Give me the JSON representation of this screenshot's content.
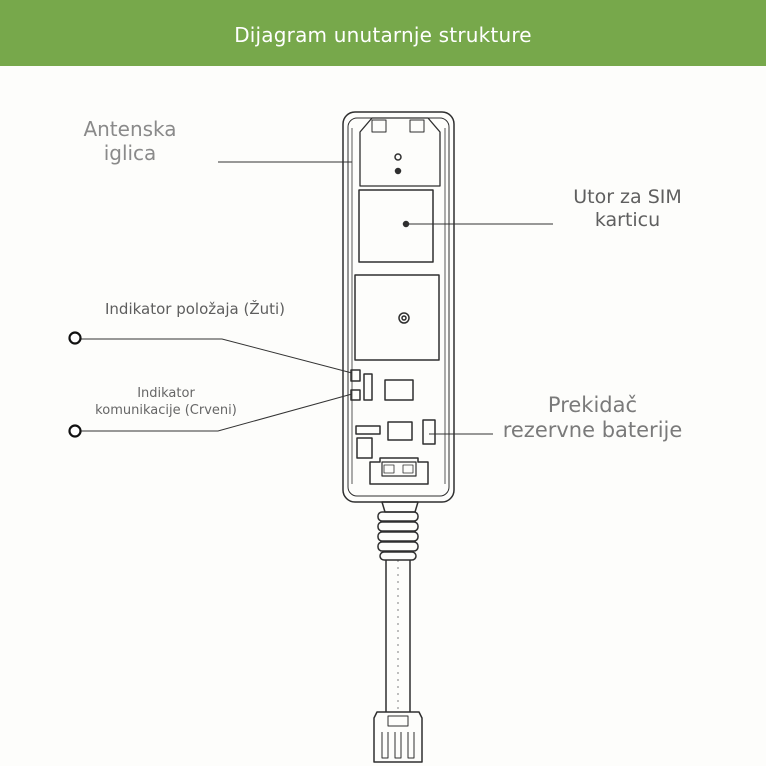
{
  "header": {
    "title": "Dijagram unutarnje strukture",
    "background_color": "#77a84b",
    "text_color": "#ffffff"
  },
  "labels": {
    "antenna": {
      "line1": "Antenska",
      "line2": "iglica"
    },
    "sim": {
      "line1": "Utor za SIM",
      "line2": "karticu"
    },
    "position_indicator": "Indikator položaja (Žuti)",
    "communication_indicator": {
      "line1": "Indikator",
      "line2": "komunikacije (Crveni)"
    },
    "battery_switch": {
      "line1": "Prekidač",
      "line2": "rezervne baterije"
    }
  },
  "colors": {
    "outline": "#2f2f2f",
    "leader_line": "#333333",
    "label_text": "#6f6f6f"
  }
}
